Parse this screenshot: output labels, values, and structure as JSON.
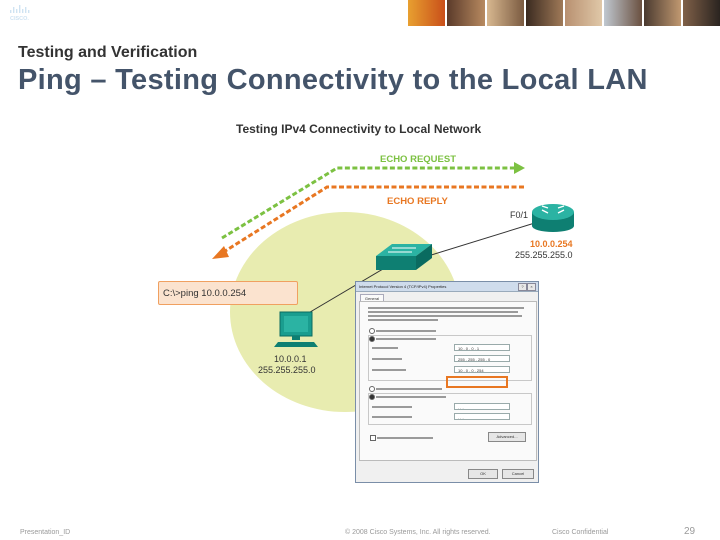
{
  "header": {
    "brand_icon": "cisco-logo",
    "photo_strip": [
      "photo-1",
      "photo-2",
      "photo-3",
      "photo-4",
      "photo-5",
      "photo-6",
      "photo-7",
      "photo-8"
    ]
  },
  "slide": {
    "subtitle": "Testing and Verification",
    "title": "Ping – Testing Connectivity to the Local LAN"
  },
  "diagram": {
    "heading": "Testing IPv4 Connectivity to Local Network",
    "echo_request": "ECHO REQUEST",
    "echo_reply": "ECHO REPLY",
    "router": {
      "interface": "F0/1",
      "ip": "10.0.0.254",
      "mask": "255.255.255.0"
    },
    "pc": {
      "ip": "10.0.0.1",
      "mask": "255.255.255.0"
    },
    "command": "C:\\>ping 10.0.0.254",
    "colors": {
      "request": "#7cc142",
      "reply": "#e87722",
      "lan": "#e8ecb0",
      "router": "#1a9d8f",
      "switch": "#1a9d8f",
      "pc": "#1a9d8f",
      "ip_text": "#e87722"
    }
  },
  "dialog": {
    "title": "Internet Protocol Version 4 (TCP/IPv4) Properties",
    "tab": "General",
    "ip_address": "10 . 0 . 0 . 1",
    "subnet_mask": "255 . 255 . 255 . 0",
    "default_gateway": "10 . 0 . 0 . 254",
    "dns_placeholder": ". . .",
    "ok": "OK",
    "cancel": "Cancel",
    "advanced": "Advanced..."
  },
  "footer": {
    "presentation_id": "Presentation_ID",
    "copyright": "© 2008 Cisco Systems, Inc. All rights reserved.",
    "classification": "Cisco Confidential",
    "page_number": "29"
  }
}
